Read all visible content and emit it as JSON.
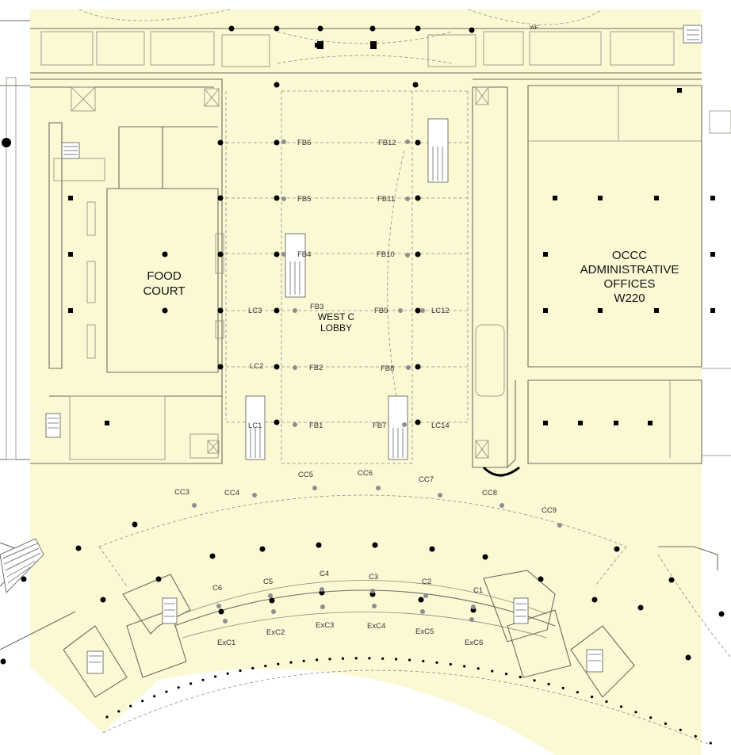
{
  "map": {
    "colors": {
      "floor": "#fbf8d4",
      "walls": "#6d6d5e",
      "columns": "#000000",
      "markers": "#8e8e8e",
      "background": "#ffffff"
    },
    "rooms": {
      "food_court": {
        "line1": "FOOD",
        "line2": "COURT"
      },
      "west_c_lobby": {
        "line1": "WEST C",
        "line2": "LOBBY"
      },
      "admin_offices": {
        "line1": "OCCC",
        "line2": "ADMINISTRATIVE",
        "line3": "OFFICES",
        "line4": "W220"
      }
    },
    "misc_labels": {
      "wf": "WF"
    },
    "markers": {
      "FB1": "FB1",
      "FB2": "FB2",
      "FB3": "FB3",
      "FB4": "FB4",
      "FB5": "FB5",
      "FB6": "FB6",
      "FB7": "FB7",
      "FB8": "FB8",
      "FB9": "FB9",
      "FB10": "FB10",
      "FB11": "FB11",
      "FB12": "FB12",
      "LC1": "LC1",
      "LC2": "LC2",
      "LC3": "LC3",
      "LC12": "LC12",
      "LC14": "LC14",
      "CC3": "CC3",
      "CC4": "CC4",
      "CC5": "CC5",
      "CC6": "CC6",
      "CC7": "CC7",
      "CC8": "CC8",
      "CC9": "CC9",
      "C1": "C1",
      "C2": "C2",
      "C3": "C3",
      "C4": "C4",
      "C5": "C5",
      "C6": "C6",
      "ExC1": "ExC1",
      "ExC2": "ExC2",
      "ExC3": "ExC3",
      "ExC4": "ExC4",
      "ExC5": "ExC5",
      "ExC6": "ExC6"
    }
  }
}
